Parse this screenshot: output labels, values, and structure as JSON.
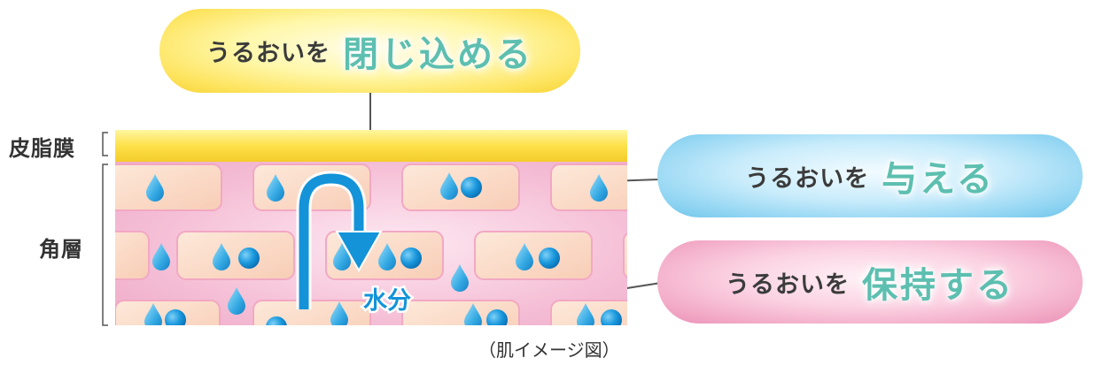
{
  "labels": {
    "sebum": "皮脂膜",
    "stratum_corneum": "角層",
    "water": "水分",
    "caption": "（肌イメージ図）"
  },
  "pills": {
    "top": {
      "prefix": "うるおいを",
      "emphasis": "閉じ込める"
    },
    "give": {
      "prefix": "うるおいを",
      "emphasis": "与える"
    },
    "keep": {
      "prefix": "うるおいを",
      "emphasis": "保持する"
    }
  },
  "colors": {
    "sebum_yellow": "#fde14a",
    "skin_pink": "#f7c2d8",
    "cell_peach": "#fbdcc8",
    "water_blue": "#0f8ed6",
    "arrow_blue": "#1493d8",
    "emphasis_green": "#5dbfb0"
  }
}
